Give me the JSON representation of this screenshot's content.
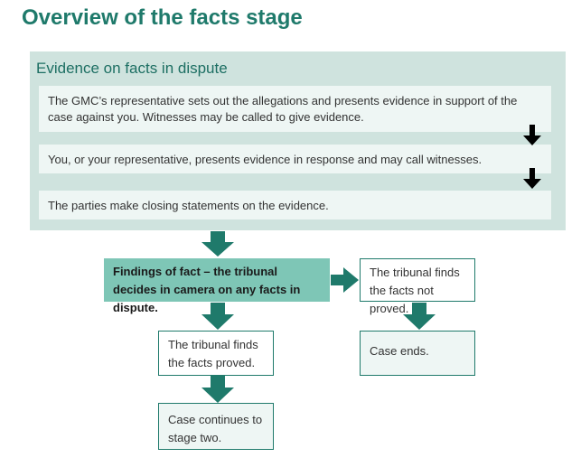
{
  "title": "Overview of the facts stage",
  "panel": {
    "title": "Evidence on facts in dispute",
    "steps": [
      "The GMC’s representative sets out the allegations and presents evidence in support of the case against you. Witnesses may be called to give evidence.",
      "You, or your representative, presents evidence in response and may call witnesses.",
      "The parties make closing statements on the evidence."
    ]
  },
  "flow": {
    "findings": "Findings of fact – the tribunal decides in camera on any facts in dispute.",
    "not_proved": "The tribunal finds the facts not proved.",
    "case_ends": "Case ends.",
    "proved": "The tribunal finds the facts proved.",
    "case_continues": "Case continues to stage two."
  },
  "colors": {
    "accent": "#1f7a6b",
    "panel_bg": "#cfe3de",
    "step_bg": "#eef6f4",
    "highlight": "#7ec6b6"
  }
}
